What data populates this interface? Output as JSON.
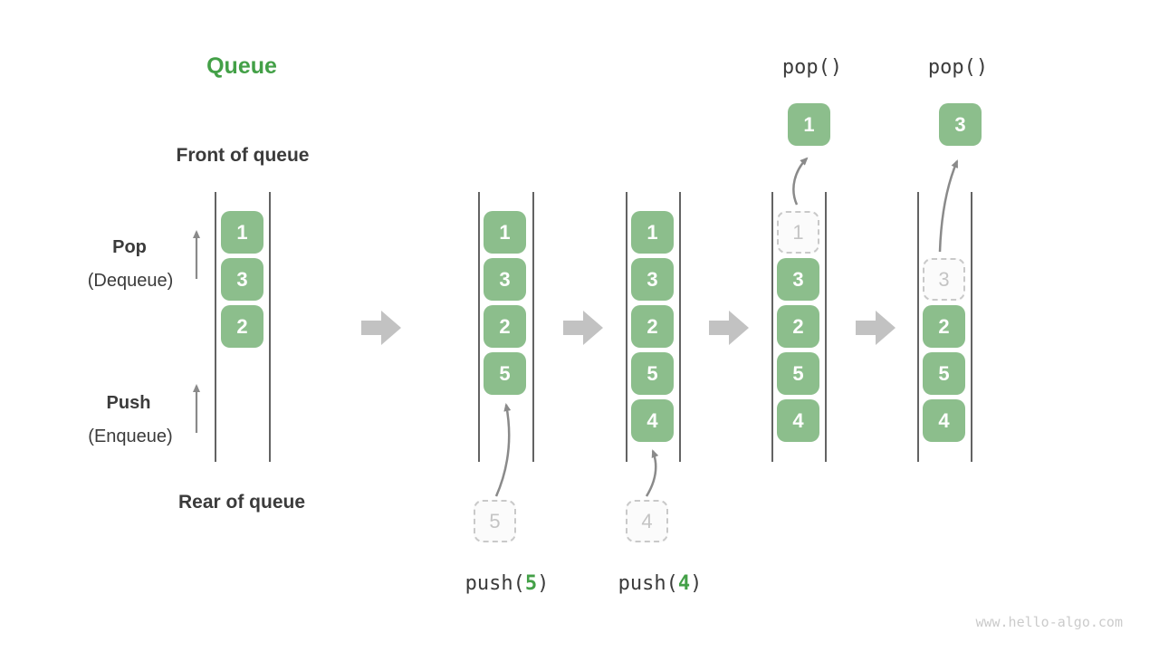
{
  "title": "Queue",
  "labels": {
    "front": "Front of queue",
    "rear": "Rear of queue",
    "pop": "Pop",
    "pop_sub": "(Dequeue)",
    "push": "Push",
    "push_sub": "(Enqueue)"
  },
  "colors": {
    "accent_green": "#43A047",
    "cell_green": "#8CBE8C",
    "text_dark": "#3B3B3B",
    "curve_arrow_gray": "#8A8A8A",
    "block_arrow_gray": "#C2C2C2",
    "ghost_gray": "#C4C4C4",
    "rail_gray": "#636363"
  },
  "watermark": "www.hello-algo.com",
  "states": [
    {
      "cells": [
        "1",
        "3",
        "2"
      ]
    },
    {
      "cells": [
        "1",
        "3",
        "2",
        "5"
      ],
      "incoming_value": "5",
      "op": {
        "pre": "push(",
        "arg": "5",
        "post": ")"
      }
    },
    {
      "cells": [
        "1",
        "3",
        "2",
        "5",
        "4"
      ],
      "incoming_value": "4",
      "op": {
        "pre": "push(",
        "arg": "4",
        "post": ")"
      }
    },
    {
      "cells": [
        "3",
        "2",
        "5",
        "4"
      ],
      "ghost_value": "1",
      "popped_value": "1",
      "op_label": "pop()"
    },
    {
      "cells": [
        "2",
        "5",
        "4"
      ],
      "ghost_value": "3",
      "popped_value": "3",
      "op_label": "pop()"
    }
  ]
}
